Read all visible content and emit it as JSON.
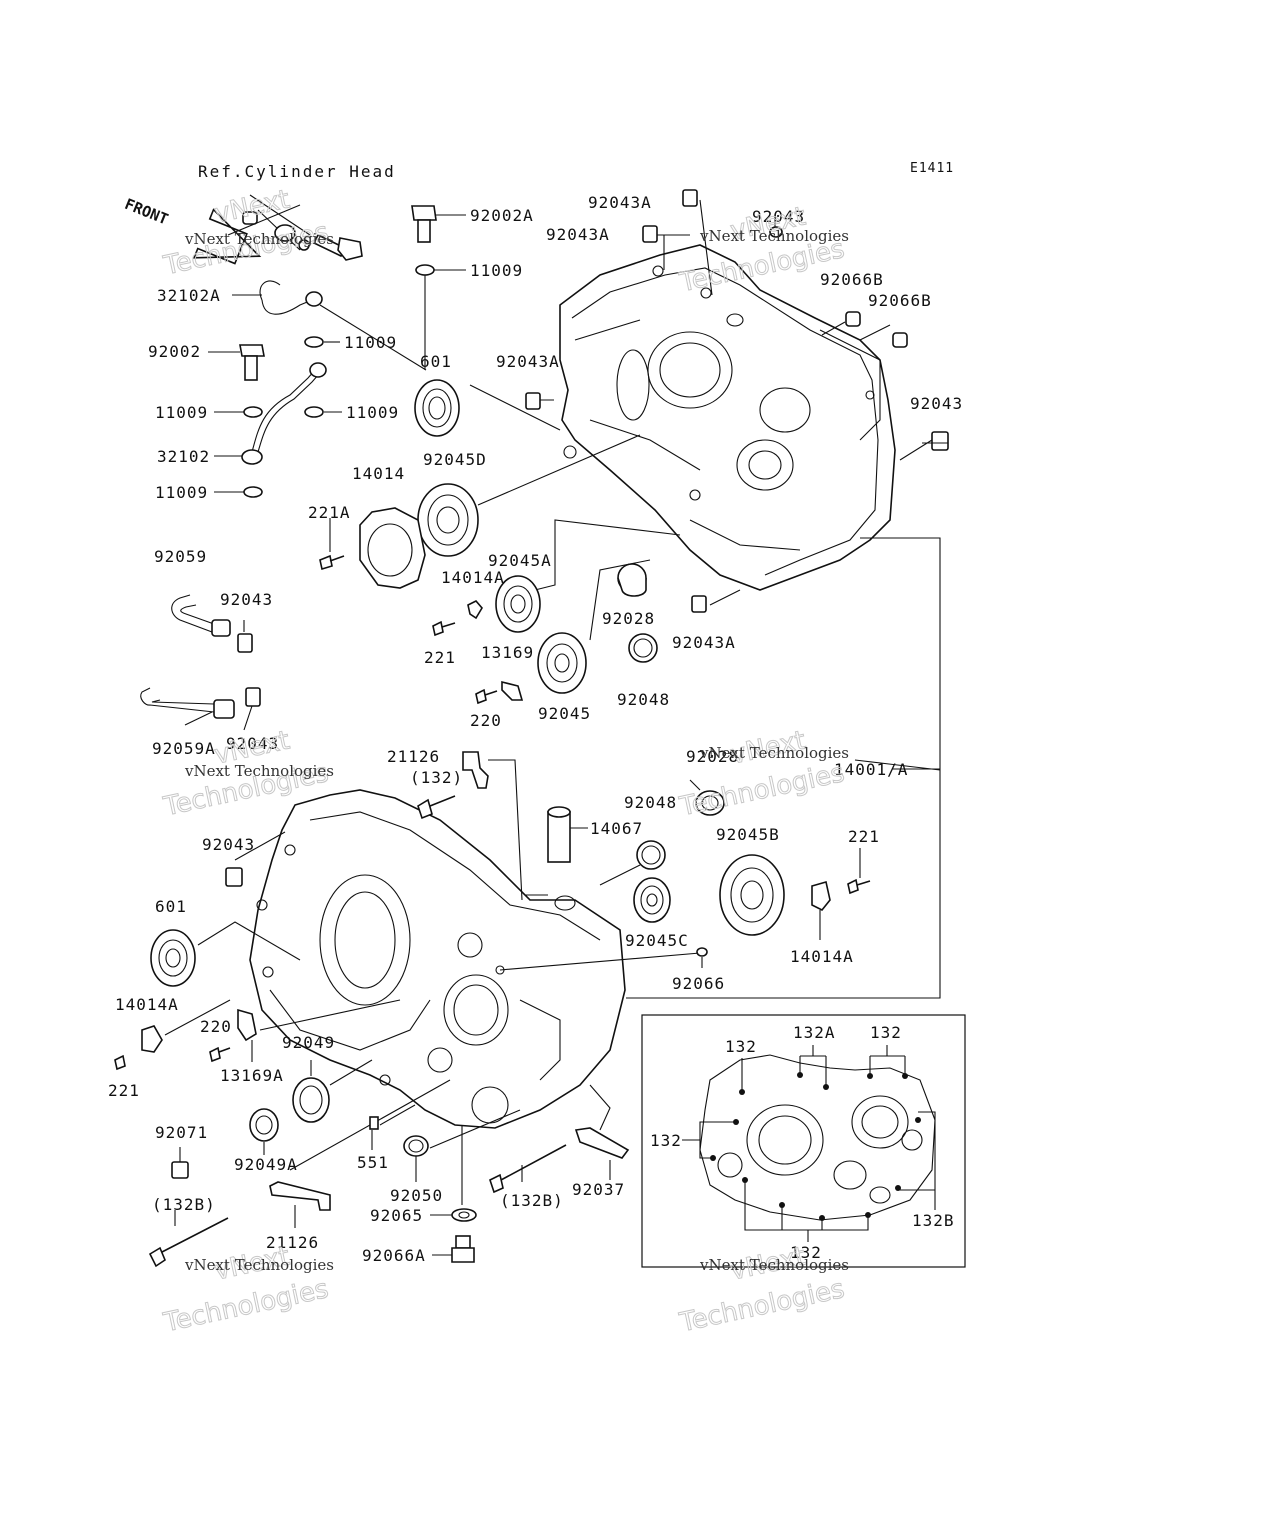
{
  "diagram_code": "E1411",
  "ref_note": "Ref.Cylinder Head",
  "front_label": "FRONT",
  "watermark": {
    "line1": "vNext",
    "line2": "vNext Technologies",
    "line3": "Technologies"
  },
  "parts": {
    "p92002A": "92002A",
    "p11009_a": "11009",
    "p32102A": "32102A",
    "p92002": "92002",
    "p11009_b": "11009",
    "p11009_c": "11009",
    "p11009_d": "11009",
    "p32102": "32102",
    "p11009_e": "11009",
    "p601_top": "601",
    "p14014": "14014",
    "p92045D": "92045D",
    "p221A": "221A",
    "p92059": "92059",
    "p92043_l": "92043",
    "p14014A_top": "14014A",
    "p92045A": "92045A",
    "p221_mid": "221",
    "p13169": "13169",
    "p220_top": "220",
    "p92045": "92045",
    "p92059A": "92059A",
    "p92043_l2": "92043",
    "p92043A_1": "92043A",
    "p92043A_2": "92043A",
    "p92043_top": "92043",
    "p92066B_1": "92066B",
    "p92066B_2": "92066B",
    "p92043A_3": "92043A",
    "p92043_r": "92043",
    "p92028_top": "92028",
    "p92043A_4": "92043A",
    "p92048_top": "92048",
    "p21126_top": "21126",
    "p132_paren": "(132)",
    "p92028_r": "92028",
    "p14001A": "14001/A",
    "p92048_mid": "92048",
    "p14067": "14067",
    "p92045B": "92045B",
    "p221_r": "221",
    "p92043_lm": "92043",
    "p601_bot": "601",
    "p92045C": "92045C",
    "p92066": "92066",
    "p14014A_r": "14014A",
    "p14014A_l": "14014A",
    "p220_bot": "220",
    "p221_bot": "221",
    "p13169A": "13169A",
    "p92049": "92049",
    "p92049A": "92049A",
    "p551": "551",
    "p92050": "92050",
    "p92071": "92071",
    "p132B_l": "(132B)",
    "p21126_bot": "21126",
    "p132B_m": "(132B)",
    "p92037": "92037",
    "p92065": "92065",
    "p92066A": "92066A"
  },
  "inset": {
    "b132_tl": "132",
    "b132A": "132A",
    "b132_tr": "132",
    "b132_l": "132",
    "b132B": "132B",
    "b132_bot": "132"
  }
}
